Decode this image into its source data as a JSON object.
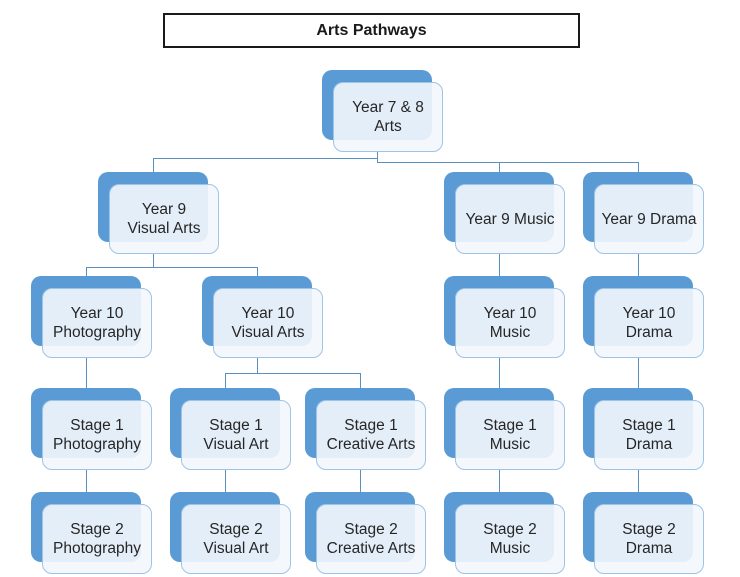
{
  "title": "Arts Pathways",
  "colors": {
    "node_shadow_blue": "#5b9bd5",
    "card_fill": "#f3f7fc",
    "card_border": "#9dc3e6",
    "connector_blue": "#5b8fc0",
    "title_border": "#1a1a1a",
    "text": "#262626"
  },
  "nodes": {
    "root": {
      "label": "Year 7 & 8\nArts"
    },
    "y9va": {
      "label": "Year 9\nVisual Arts"
    },
    "y9music": {
      "label": "Year 9 Music"
    },
    "y9drama": {
      "label": "Year 9 Drama"
    },
    "y10photo": {
      "label": "Year 10\nPhotography"
    },
    "y10va": {
      "label": "Year 10\nVisual Arts"
    },
    "y10music": {
      "label": "Year 10\nMusic"
    },
    "y10drama": {
      "label": "Year 10\nDrama"
    },
    "s1photo": {
      "label": "Stage 1\nPhotography"
    },
    "s1va": {
      "label": "Stage 1\nVisual Art"
    },
    "s1ca": {
      "label": "Stage 1\nCreative Arts"
    },
    "s1music": {
      "label": "Stage 1\nMusic"
    },
    "s1drama": {
      "label": "Stage 1\nDrama"
    },
    "s2photo": {
      "label": "Stage 2\nPhotography"
    },
    "s2va": {
      "label": "Stage 2\nVisual Art"
    },
    "s2ca": {
      "label": "Stage 2\nCreative Arts"
    },
    "s2music": {
      "label": "Stage 2\nMusic"
    },
    "s2drama": {
      "label": "Stage 2\nDrama"
    }
  },
  "hierarchy": {
    "Year 7 & 8 Arts": {
      "Year 9 Visual Arts": {
        "Year 10 Photography": {
          "Stage 1 Photography": {
            "Stage 2 Photography": {}
          }
        },
        "Year 10 Visual Arts": {
          "Stage 1 Visual Art": {
            "Stage 2 Visual Art": {}
          },
          "Stage 1 Creative Arts": {
            "Stage 2 Creative Arts": {}
          }
        }
      },
      "Year 9 Music": {
        "Year 10 Music": {
          "Stage 1 Music": {
            "Stage 2 Music": {}
          }
        }
      },
      "Year 9 Drama": {
        "Year 10 Drama": {
          "Stage 1 Drama": {
            "Stage 2 Drama": {}
          }
        }
      }
    }
  }
}
